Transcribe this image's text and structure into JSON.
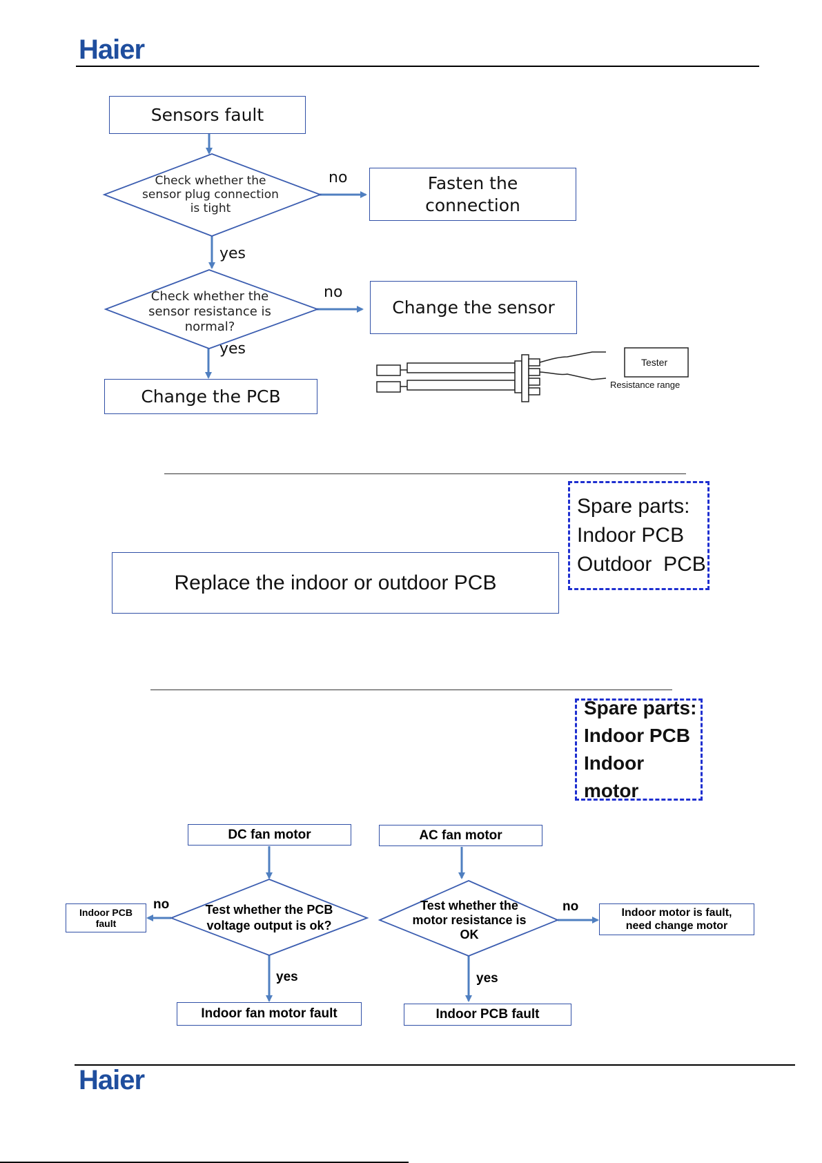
{
  "header": {
    "logo_text": "Haier"
  },
  "footer": {
    "logo_text": "Haier"
  },
  "colors": {
    "brand": "#1f4e9e",
    "arrow": "#4f7fc0",
    "box_border": "#2f4fa6",
    "dash_border": "#1e2fd0"
  },
  "sensor_flow": {
    "start": "Sensors fault",
    "decision1": "Check whether the\nsensor plug connection\nis tight",
    "no1": "no",
    "action1": "Fasten the\nconnection",
    "yes1": "yes",
    "decision2": "Check whether the\nsensor resistance is\nnormal?",
    "no2": "no",
    "action2": "Change the sensor",
    "yes2": "yes",
    "end": "Change the PCB",
    "figure": {
      "tester": "Tester",
      "range": "Resistance range"
    }
  },
  "pcb_section": {
    "action": "Replace the indoor or outdoor PCB",
    "spare_parts": [
      "Spare parts:",
      "Indoor PCB",
      "Outdoor  PCB"
    ]
  },
  "fan_section": {
    "spare_parts": [
      "Spare parts:",
      "Indoor PCB",
      "Indoor motor"
    ],
    "dc_flow": {
      "start": "DC fan motor",
      "decision": "Test whether the PCB\nvoltage output is ok?",
      "no": "no",
      "no_result": "Indoor PCB\nfault",
      "yes": "yes",
      "yes_result": "Indoor fan motor fault"
    },
    "ac_flow": {
      "start": "AC fan motor",
      "decision": "Test whether the\nmotor resistance is\nOK",
      "no": "no",
      "no_result": "Indoor motor is fault,\nneed change motor",
      "yes": "yes",
      "yes_result": "Indoor PCB fault"
    }
  }
}
